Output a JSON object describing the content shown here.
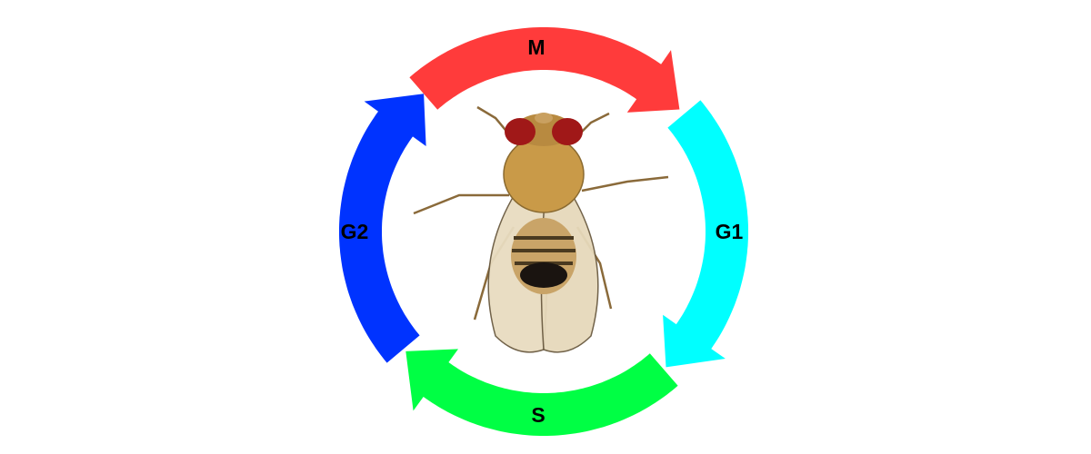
{
  "title": "Cell cycle",
  "phases": [
    {
      "label": "M",
      "color": "#ff3b3b",
      "start_deg": -131,
      "end_deg": -42
    },
    {
      "label": "G1",
      "color": "#00ffff",
      "start_deg": -40,
      "end_deg": 48
    },
    {
      "label": "S",
      "color": "#00ff44",
      "start_deg": 49,
      "end_deg": 139
    },
    {
      "label": "G2",
      "color": "#0033ff",
      "start_deg": 140,
      "end_deg": 229
    }
  ],
  "center_image": "fruit-fly"
}
